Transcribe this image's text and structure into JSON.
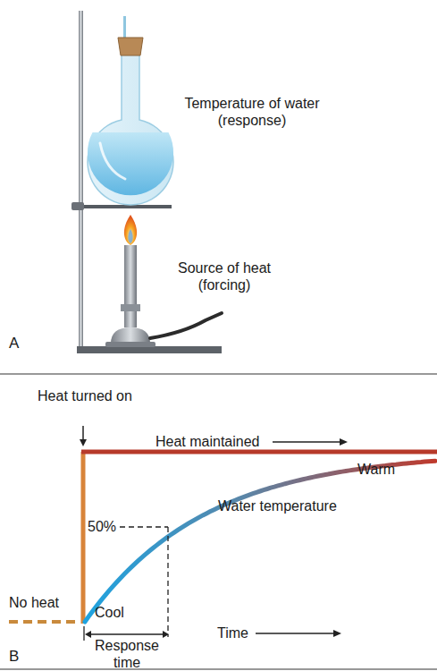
{
  "diagram": {
    "labels": [
      "Temperature of water (response)",
      "Source of heat (forcing)",
      "A",
      "Heat turned on",
      "Heat maintained",
      "Warm",
      "Water temperature",
      "50%",
      "No heat",
      "Cool",
      "Response time",
      "Time",
      "B"
    ]
  }
}
